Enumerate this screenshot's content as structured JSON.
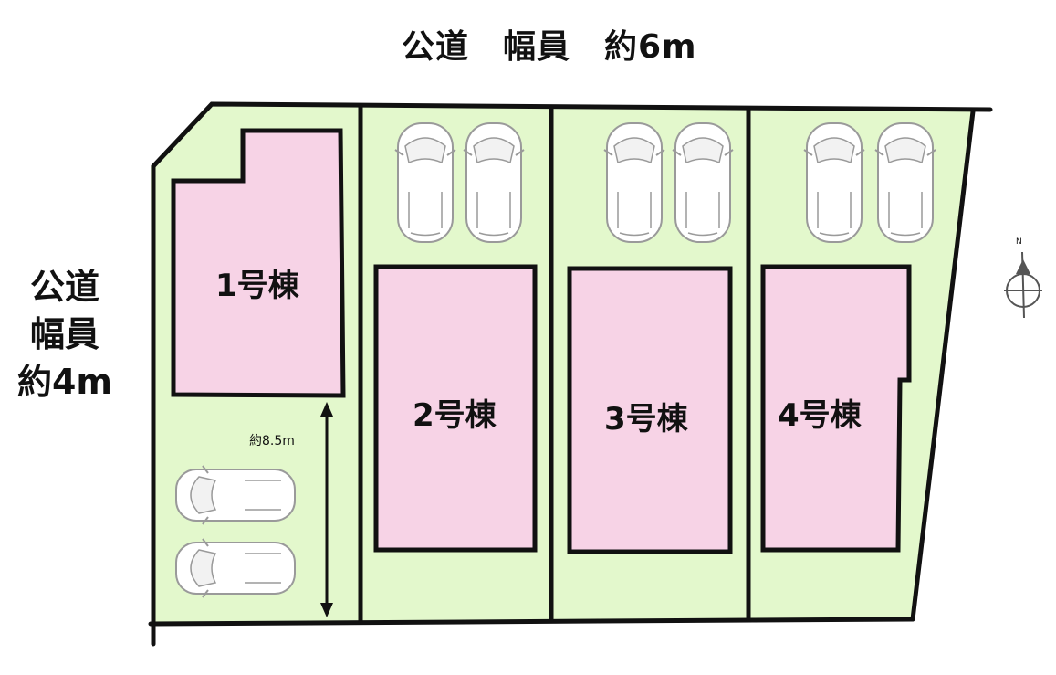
{
  "roads": {
    "top": "公道　幅員　約6m",
    "left_lines": [
      "公道",
      "幅員",
      "約4m"
    ]
  },
  "buildings": [
    {
      "label": "1号棟"
    },
    {
      "label": "2号棟"
    },
    {
      "label": "3号棟"
    },
    {
      "label": "4号棟"
    }
  ],
  "dimension": {
    "label": "約8.5m"
  },
  "compass": {
    "north": "N",
    "icon": "compass-icon"
  },
  "colors": {
    "lot_fill": "#e3f8cc",
    "building_fill": "#f7d3e6",
    "outline": "#111111"
  }
}
